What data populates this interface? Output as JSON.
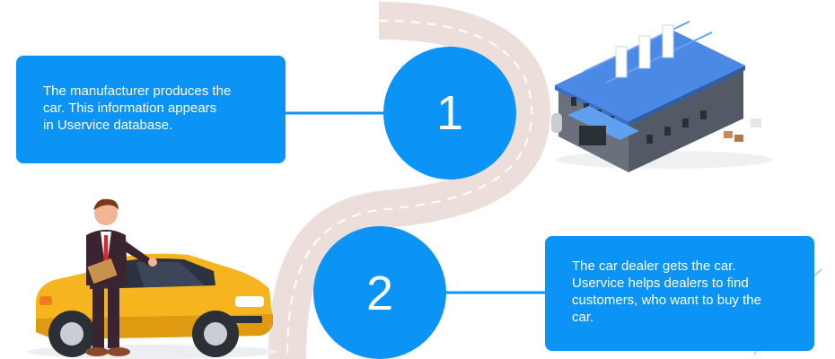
{
  "steps": [
    {
      "number": "1",
      "lines": [
        "The manufacturer produces the",
        "car. This information appears",
        "in Uservice database."
      ]
    },
    {
      "number": "2",
      "lines": [
        "The car dealer gets the car.",
        "Uservice helps dealers to find",
        "customers, who want to buy the",
        "car."
      ]
    }
  ],
  "colors": {
    "accent": "#0b93f5",
    "road": "#ecdfdb",
    "car_body": "#f6b51e",
    "factory_roof": "#4a89e6",
    "factory_wall": "#5d6470"
  },
  "icons": [
    "factory-icon",
    "car-icon",
    "dealer-man-icon"
  ]
}
